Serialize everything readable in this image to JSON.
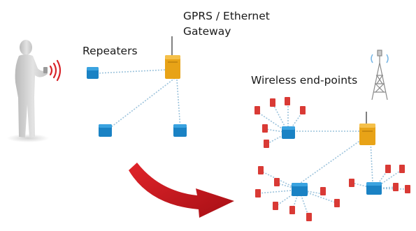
{
  "labels": {
    "gateway_line1": "GPRS / Ethernet",
    "gateway_line2": "Gateway",
    "repeaters": "Repeaters",
    "endpoints": "Wireless end-points"
  },
  "colors": {
    "repeater": "#1a82c4",
    "gateway": "#e8a317",
    "endpoint": "#d93a35",
    "link": "#9cc3dc",
    "arrow": "#c8161c",
    "person": "#cfcfcf"
  },
  "icons": {
    "person": "person-with-handheld-icon",
    "signal": "wireless-signal-icon",
    "tower": "cell-tower-icon",
    "arrow": "curved-arrow-icon"
  }
}
